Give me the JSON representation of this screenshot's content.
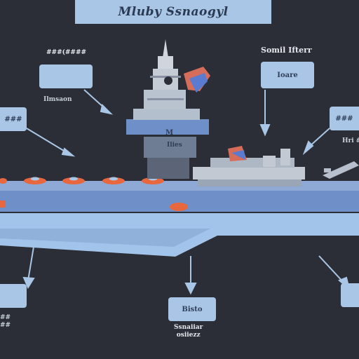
{
  "title": "Mluby Ssnaogyl",
  "labels": {
    "top_left_caption": "###(####",
    "top_right_caption": "Somil Ifterr",
    "top_right_box": "Ioare",
    "upper_left_box": "",
    "upper_left_side": "",
    "left_box_2": "###",
    "mid_left_caption": "Ilmsaon",
    "tower_label_1": "M",
    "tower_label_2": "Ilies",
    "right_box": "###",
    "right_caption": "Hri ###",
    "bottom_left_box": "",
    "bottom_left_caption": "##\n##",
    "bottom_center_box": "Bisto",
    "bottom_center_caption": "Ssnaiiar\nosiiezz",
    "bottom_right_box": ""
  },
  "colors": {
    "background": "#2b2e36",
    "panel": "#a9c6e6",
    "deck": "#6f8fc9",
    "hull": "#a3c4ea",
    "accent": "#e8673f"
  }
}
